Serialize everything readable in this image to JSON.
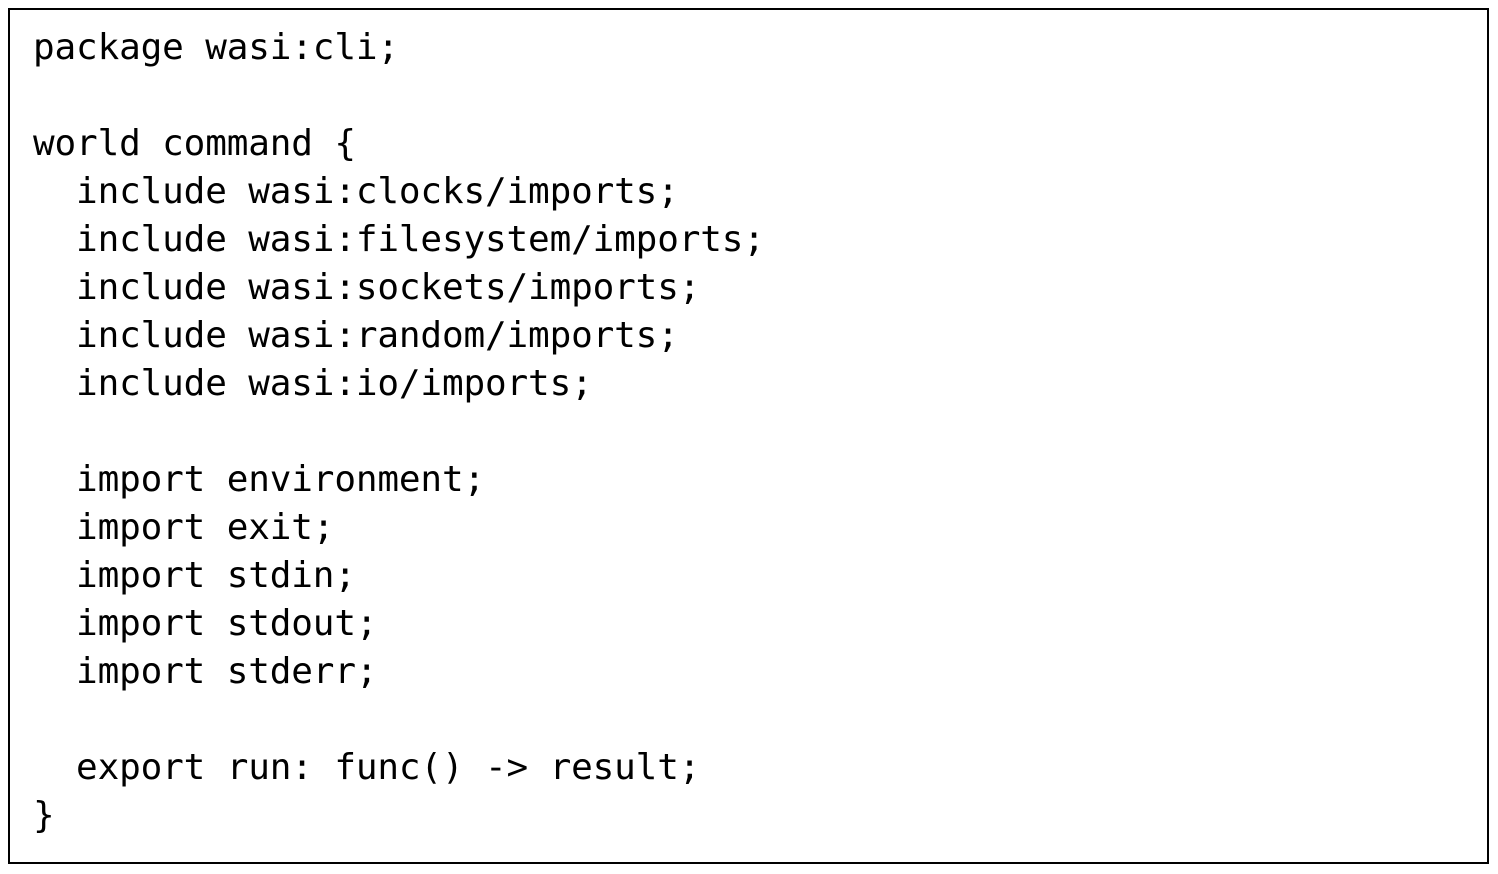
{
  "document": {
    "kind": "code-listing",
    "language": "wit",
    "background_color": "#ffffff",
    "text_color": "#000000",
    "border_color": "#000000"
  },
  "code": {
    "lines": [
      "package wasi:cli;",
      "",
      "world command {",
      "  include wasi:clocks/imports;",
      "  include wasi:filesystem/imports;",
      "  include wasi:sockets/imports;",
      "  include wasi:random/imports;",
      "  include wasi:io/imports;",
      "",
      "  import environment;",
      "  import exit;",
      "  import stdin;",
      "  import stdout;",
      "  import stderr;",
      "",
      "  export run: func() -> result;",
      "}"
    ]
  }
}
